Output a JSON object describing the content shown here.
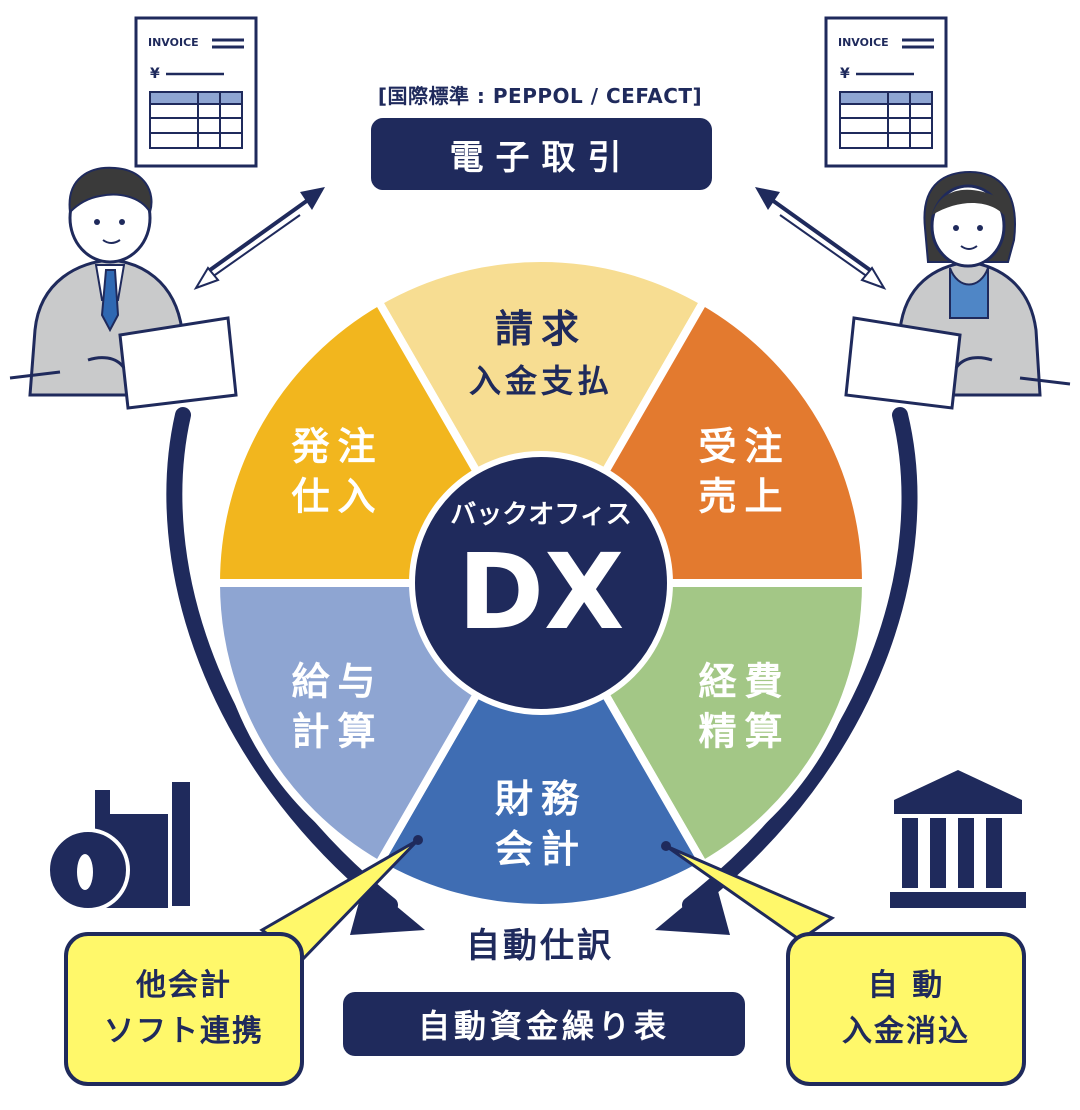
{
  "header": {
    "standard_label": "[国際標準 : PEPPOL / CEFACT]",
    "e_commerce_title": "電子取引"
  },
  "invoice_docs": {
    "left": {
      "title": "INVOICE",
      "currency": "¥"
    },
    "right": {
      "title": "INVOICE",
      "currency": "¥"
    }
  },
  "wheel": {
    "center_top": "バックオフィス",
    "center_main": "DX",
    "segments": [
      {
        "id": "billing",
        "line1": "請求",
        "line2": "入金支払",
        "color": "#f7dd92"
      },
      {
        "id": "orders",
        "line1": "受注",
        "line2": "売上",
        "color": "#e37a2f"
      },
      {
        "id": "expense",
        "line1": "経費",
        "line2": "精算",
        "color": "#a3c786"
      },
      {
        "id": "finance",
        "line1": "財務",
        "line2": "会計",
        "color": "#3f6db3"
      },
      {
        "id": "payroll",
        "line1": "給与",
        "line2": "計算",
        "color": "#8ea5d2"
      },
      {
        "id": "purchase",
        "line1": "発注",
        "line2": "仕入",
        "color": "#f2b61e"
      }
    ]
  },
  "bottom": {
    "auto_journal": "自動仕訳",
    "cash_flow_table": "自動資金繰り表"
  },
  "callouts": {
    "left": {
      "line1": "他会計",
      "line2": "ソフト連携"
    },
    "right": {
      "line1": "自 動",
      "line2": "入金消込"
    }
  },
  "colors": {
    "navy": "#1f2a5c",
    "callout_yellow": "#fff86a",
    "suit_gray": "#c9cacb"
  }
}
